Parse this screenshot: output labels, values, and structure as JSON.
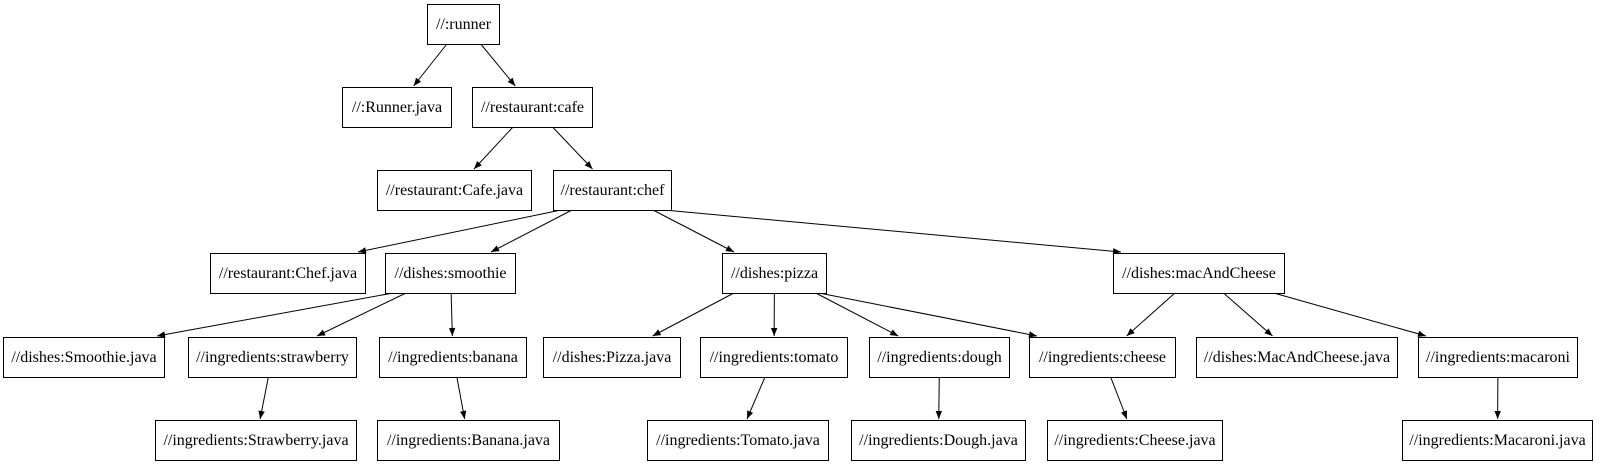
{
  "diagram": {
    "title": "build-target-dependency-graph",
    "background_color": "#ffffff",
    "node_fill_color": "#ffffff",
    "node_border_color": "#000000",
    "node_text_color": "#000000",
    "edge_color": "#000000",
    "nodes": [
      {
        "id": "runner",
        "label": "//:runner"
      },
      {
        "id": "runner_java",
        "label": "//:Runner.java"
      },
      {
        "id": "cafe",
        "label": "//restaurant:cafe"
      },
      {
        "id": "cafe_java",
        "label": "//restaurant:Cafe.java"
      },
      {
        "id": "chef",
        "label": "//restaurant:chef"
      },
      {
        "id": "chef_java",
        "label": "//restaurant:Chef.java"
      },
      {
        "id": "smoothie",
        "label": "//dishes:smoothie"
      },
      {
        "id": "pizza",
        "label": "//dishes:pizza"
      },
      {
        "id": "mac_and_cheese",
        "label": "//dishes:macAndCheese"
      },
      {
        "id": "smoothie_java",
        "label": "//dishes:Smoothie.java"
      },
      {
        "id": "strawberry",
        "label": "//ingredients:strawberry"
      },
      {
        "id": "banana",
        "label": "//ingredients:banana"
      },
      {
        "id": "pizza_java",
        "label": "//dishes:Pizza.java"
      },
      {
        "id": "tomato",
        "label": "//ingredients:tomato"
      },
      {
        "id": "dough",
        "label": "//ingredients:dough"
      },
      {
        "id": "cheese",
        "label": "//ingredients:cheese"
      },
      {
        "id": "mac_and_cheese_java",
        "label": "//dishes:MacAndCheese.java"
      },
      {
        "id": "macaroni",
        "label": "//ingredients:macaroni"
      },
      {
        "id": "strawberry_java",
        "label": "//ingredients:Strawberry.java"
      },
      {
        "id": "banana_java",
        "label": "//ingredients:Banana.java"
      },
      {
        "id": "tomato_java",
        "label": "//ingredients:Tomato.java"
      },
      {
        "id": "dough_java",
        "label": "//ingredients:Dough.java"
      },
      {
        "id": "cheese_java",
        "label": "//ingredients:Cheese.java"
      },
      {
        "id": "macaroni_java",
        "label": "//ingredients:Macaroni.java"
      }
    ],
    "edges": [
      {
        "from": "runner",
        "to": "runner_java"
      },
      {
        "from": "runner",
        "to": "cafe"
      },
      {
        "from": "cafe",
        "to": "cafe_java"
      },
      {
        "from": "cafe",
        "to": "chef"
      },
      {
        "from": "chef",
        "to": "chef_java"
      },
      {
        "from": "chef",
        "to": "smoothie"
      },
      {
        "from": "chef",
        "to": "pizza"
      },
      {
        "from": "chef",
        "to": "mac_and_cheese"
      },
      {
        "from": "smoothie",
        "to": "smoothie_java"
      },
      {
        "from": "smoothie",
        "to": "strawberry"
      },
      {
        "from": "smoothie",
        "to": "banana"
      },
      {
        "from": "pizza",
        "to": "pizza_java"
      },
      {
        "from": "pizza",
        "to": "tomato"
      },
      {
        "from": "pizza",
        "to": "dough"
      },
      {
        "from": "pizza",
        "to": "cheese"
      },
      {
        "from": "mac_and_cheese",
        "to": "cheese"
      },
      {
        "from": "mac_and_cheese",
        "to": "mac_and_cheese_java"
      },
      {
        "from": "mac_and_cheese",
        "to": "macaroni"
      },
      {
        "from": "strawberry",
        "to": "strawberry_java"
      },
      {
        "from": "banana",
        "to": "banana_java"
      },
      {
        "from": "tomato",
        "to": "tomato_java"
      },
      {
        "from": "dough",
        "to": "dough_java"
      },
      {
        "from": "cheese",
        "to": "cheese_java"
      },
      {
        "from": "macaroni",
        "to": "macaroni_java"
      }
    ]
  }
}
